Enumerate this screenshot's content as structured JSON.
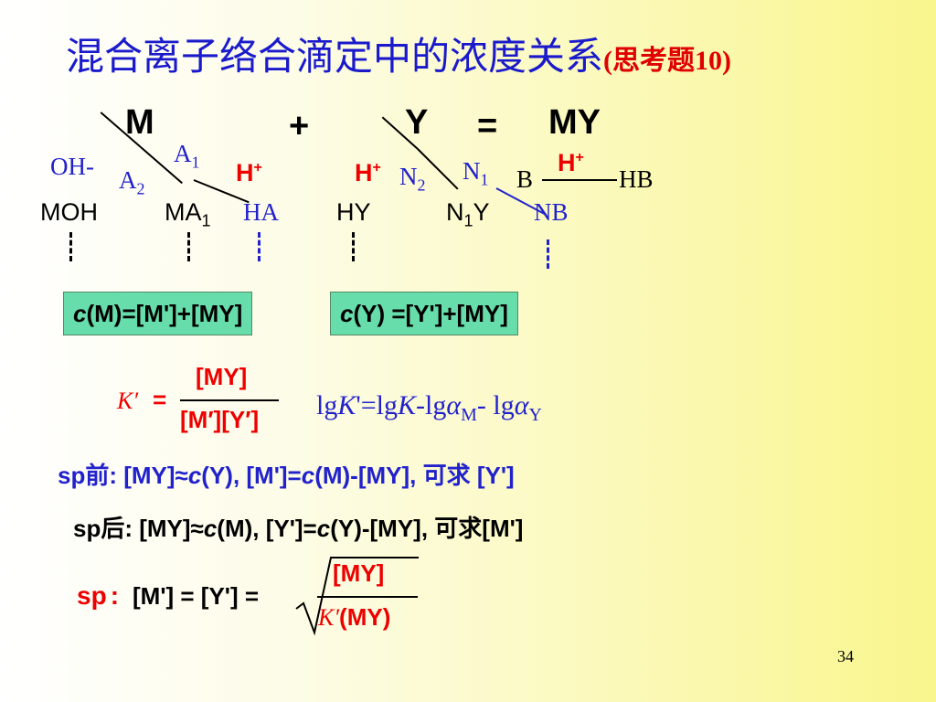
{
  "title": {
    "main": "混合离子络合滴定中的浓度关系",
    "note": "(思考题10)"
  },
  "equation": {
    "m": "M",
    "plus": "+",
    "y": "Y",
    "eq": "=",
    "my": "MY"
  },
  "branches": {
    "oh": "OH-",
    "a1": "A",
    "a1_sub": "1",
    "a2": "A",
    "a2_sub": "2",
    "h_left": "H",
    "h_mid": "H",
    "n2": "N",
    "n2_sub": "2",
    "n1": "N",
    "n1_sub": "1",
    "h_right": "H",
    "b": "B",
    "hb": "HB",
    "moh": "MOH",
    "ma1": "MA",
    "ma1_sub": "1",
    "ha": "HA",
    "hy": "HY",
    "n1y_n": "N",
    "n1y_sub": "1",
    "n1y_y": "Y",
    "nb": "NB"
  },
  "boxes": {
    "cm_c": "c",
    "cm_rest": "(M)=[M']+[MY]",
    "cy_c": "c",
    "cy_rest": "(Y) =[Y']+[MY]"
  },
  "kprime": {
    "k": "K′",
    "eq": "=",
    "num": "[MY]",
    "den": "[M′][Y′]"
  },
  "lg": {
    "p1": "lg",
    "k1": "K",
    "p2": "'=lg",
    "k2": "K",
    "p3": "-lg",
    "a1": "α",
    "s1": "M",
    "p4": "- lg",
    "a2": "α",
    "s2": "Y"
  },
  "sp_before": {
    "label": "sp前",
    "p1": ": [MY]≈",
    "c1": "c",
    "p2": "(Y),  [M']=",
    "c2": "c",
    "p3": "(M)-[MY], 可求 [Y']"
  },
  "sp_after": {
    "label": "sp后",
    "p1": ": [MY]≈",
    "c1": "c",
    "p2": "(M), [Y']=",
    "c2": "c",
    "p3": "(Y)-[MY], 可求[M']"
  },
  "sp_formula": {
    "label": "sp",
    "colon": ":",
    "lhs": "[M'] = [Y'] =",
    "num": "[MY]",
    "den_k": "K′",
    "den_rest": "(MY)"
  },
  "page_number": "34"
}
